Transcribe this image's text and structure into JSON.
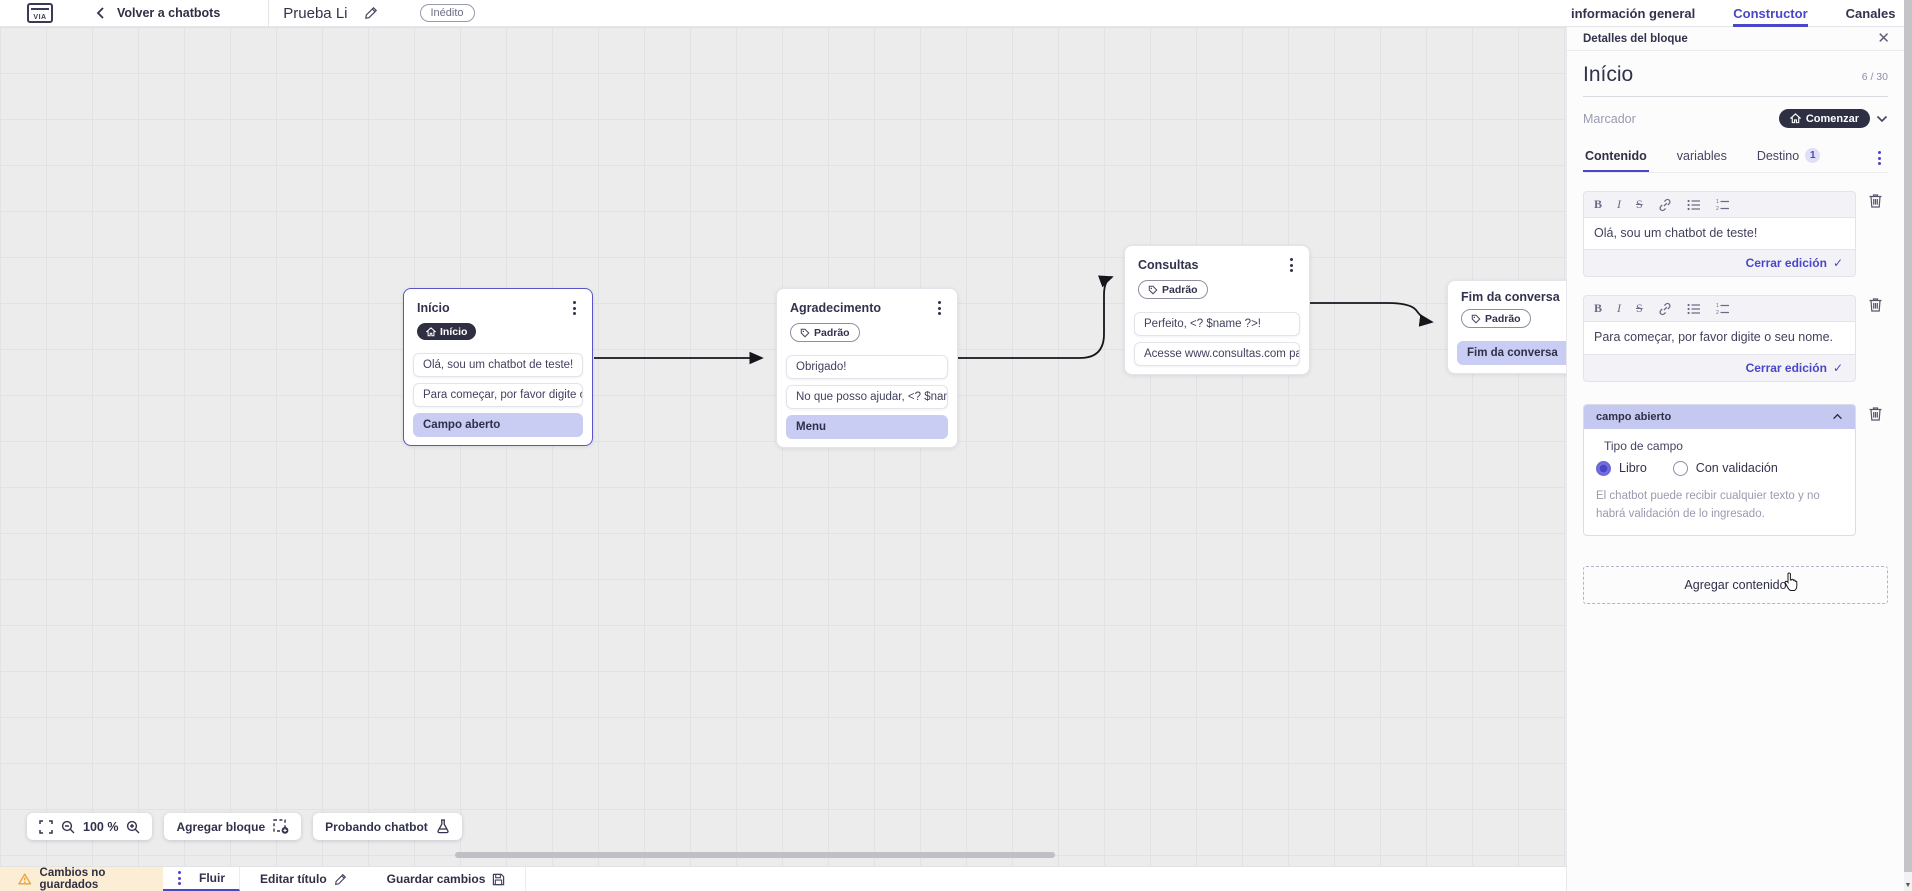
{
  "header": {
    "logo": "VIA",
    "back_label": "Volver a chatbots",
    "title": "Prueba Li",
    "status_badge": "Inédito",
    "tabs": [
      {
        "label": "información general",
        "active": false
      },
      {
        "label": "Constructor",
        "active": true
      },
      {
        "label": "Canales",
        "active": false
      }
    ]
  },
  "canvas": {
    "controls": {
      "zoom_level": "100 %",
      "add_block": "Agregar bloque",
      "test_chatbot": "Probando chatbot"
    },
    "blocks": [
      {
        "title": "Início",
        "badge": "Início",
        "selected": true,
        "items": [
          {
            "text": "Olá, sou um chatbot de teste!",
            "type": "message"
          },
          {
            "text": "Para começar, por favor digite o ...",
            "type": "message"
          },
          {
            "text": "Campo aberto",
            "type": "action"
          }
        ]
      },
      {
        "title": "Agradecimento",
        "badge": "Padrão",
        "selected": false,
        "items": [
          {
            "text": "Obrigado!",
            "type": "message"
          },
          {
            "text": "No que posso ajudar, <? $name ...",
            "type": "message"
          },
          {
            "text": "Menu",
            "type": "action"
          }
        ]
      },
      {
        "title": "Consultas",
        "badge": "Padrão",
        "selected": false,
        "items": [
          {
            "text": "Perfeito, <? $name ?>!",
            "type": "message"
          },
          {
            "text": "Acesse www.consultas.com par...",
            "type": "message"
          }
        ]
      },
      {
        "title": "Fim da conversa",
        "badge": "Padrão",
        "selected": false,
        "items": [
          {
            "text": "Fim da conversa",
            "type": "action"
          }
        ]
      }
    ]
  },
  "panel": {
    "header": "Detalles del bloque",
    "block_name": "Início",
    "char_count": "6 / 30",
    "marker": {
      "label": "Marcador",
      "value": "Comenzar"
    },
    "tabs": [
      {
        "label": "Contenido",
        "active": true
      },
      {
        "label": "variables",
        "active": false
      },
      {
        "label": "Destino",
        "active": false,
        "badge": "1"
      }
    ],
    "editor_toolbar": {
      "bold": "B",
      "italic": "I",
      "strike": "S"
    },
    "editors": [
      {
        "text": "Olá, sou um chatbot de teste!",
        "close_label": "Cerrar edición"
      },
      {
        "text": "Para começar, por favor digite o seu nome.",
        "close_label": "Cerrar edición"
      }
    ],
    "field_section": {
      "title": "campo abierto",
      "type_label": "Tipo de campo",
      "options": [
        {
          "label": "Libro",
          "selected": true
        },
        {
          "label": "Con validación",
          "selected": false
        }
      ],
      "helper": "El chatbot puede recibir cualquier texto y no habrá validación de lo ingresado."
    },
    "add_content_label": "Agregar contenido"
  },
  "footer": {
    "warning": "Cambios no guardados",
    "flow_tab": "Fluir",
    "edit_title": "Editar título",
    "save": "Guardar cambios"
  },
  "icons": {
    "check": "✓",
    "close": "✕"
  },
  "colors": {
    "accent": "#4a46c8",
    "dark_navy": "#32324d",
    "item_lavender": "#c9cdf3",
    "badge_dark": "#2f2f44",
    "warning_bg": "#fceed4",
    "canvas_bg": "#ececec"
  }
}
